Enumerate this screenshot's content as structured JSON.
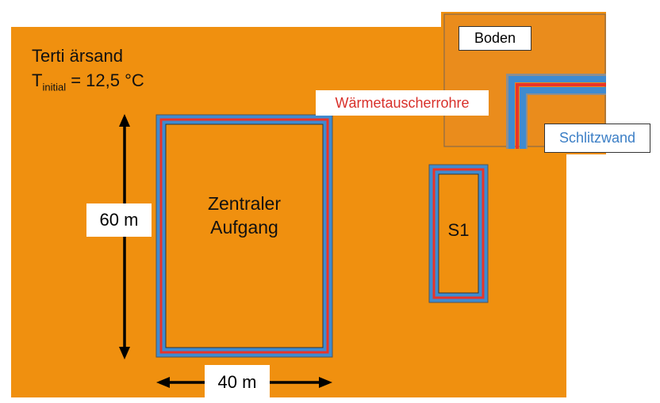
{
  "material": {
    "line1": "Terti ärsand",
    "temp_symbol": "T",
    "temp_subscript": "initial",
    "temp_value": " = 12,5 °C"
  },
  "labels": {
    "boden": "Boden",
    "waermetauscher": "Wärmetauscherrohre",
    "schlitzwand": "Schlitzwand",
    "central_line1": "Zentraler",
    "central_line2": "Aufgang",
    "s1": "S1",
    "height": "60 m",
    "width": "40 m"
  },
  "colors": {
    "ground": "#F0900F",
    "boden_fill": "#EA8C1C",
    "pipe_red": "#E8342A",
    "wall_blue": "#3F8BD0",
    "wall_gray": "#8E8E8E",
    "waermetauscher_text": "#D8302A",
    "schlitzwand_text": "#3C7FC6"
  }
}
